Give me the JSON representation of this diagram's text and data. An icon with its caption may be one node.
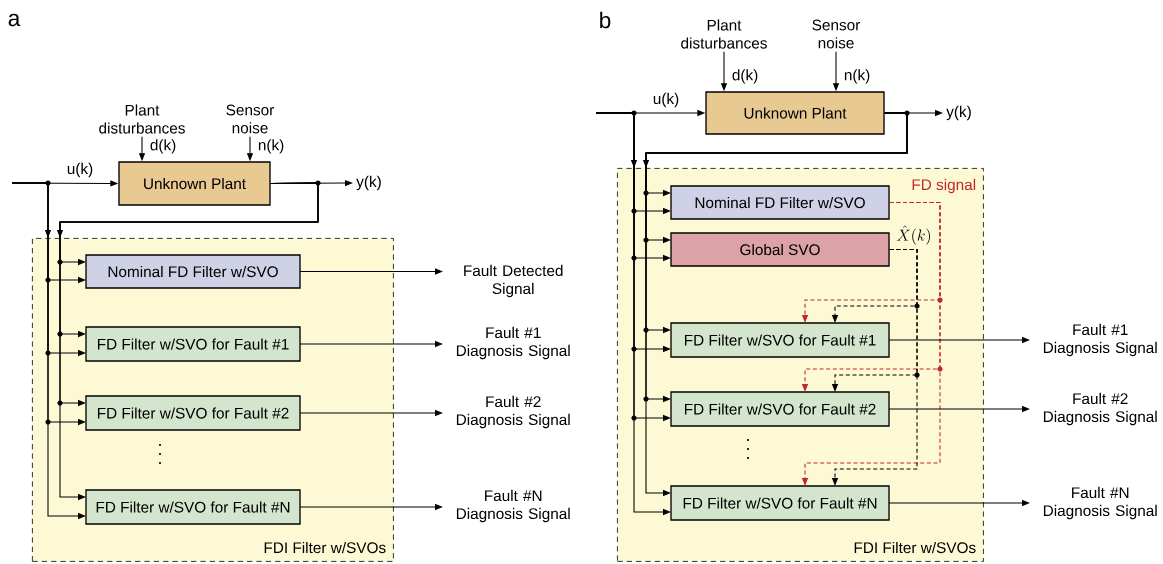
{
  "diagram": {
    "nodes": [
      {
        "text": [
          "FDI Filter w/SVOs"
        ]
      },
      {
        "text": [
          "Plant disturbances"
        ]
      },
      {
        "text": [
          "Sensor noise"
        ]
      },
      {
        "text": [
          "Unknown Plant"
        ]
      },
      {
        "text": [
          "y(k)"
        ]
      },
      {
        "text": [
          "Nominal FD Filter w/SVO"
        ],
        "in": 0
      },
      {
        "text": [
          "FD Filter w/SVO for Fault #1"
        ],
        "in": 0
      },
      {
        "text": [
          "FD Filter w/SVO for Fault #2"
        ],
        "in": 0
      },
      {
        "text": [
          "FD Filter w/SVO for Fault #N"
        ],
        "in": 0
      },
      {
        "text": [
          "Fault Detected Signal"
        ]
      },
      {
        "text": [
          "Fault #1 Diagnosis Signal"
        ]
      },
      {
        "text": [
          "Fault #2 Diagnosis Signal"
        ]
      },
      {
        "text": [
          "Fault #N Diagnosis Signal"
        ]
      },
      {
        "text": [
          "FDI Filter w/SVOs"
        ]
      },
      {
        "text": [
          "Plant disturbances"
        ]
      },
      {
        "text": [
          "Sensor noise"
        ]
      },
      {
        "text": [
          "Unknown Plant"
        ]
      },
      {
        "text": [
          "y(k)"
        ]
      },
      {
        "text": [
          "Nominal FD Filter w/SVO"
        ],
        "in": 13
      },
      {
        "text": [
          "Global SVO"
        ],
        "in": 13
      },
      {
        "text": [
          "FD Filter w/SVO for Fault #1"
        ],
        "in": 13
      },
      {
        "text": [
          "FD Filter w/SVO for Fault #2"
        ],
        "in": 13
      },
      {
        "text": [
          "FD Filter w/SVO for Fault #N"
        ],
        "in": 13
      },
      {
        "text": [
          "Fault #1 Diagnosis Signal"
        ]
      },
      {
        "text": [
          "Fault #2 Diagnosis Signal"
        ]
      },
      {
        "text": [
          "Fault #N Diagnosis Signal"
        ]
      }
    ],
    "edges": [
      {
        "from": 1,
        "to": 3,
        "arrow": "to",
        "label": "d(k)"
      },
      {
        "from": 2,
        "to": 3,
        "arrow": "to",
        "label": "n(k)"
      },
      {
        "from": null,
        "to": 3,
        "arrow": "to",
        "label": "u(k)"
      },
      {
        "from": 3,
        "to": 4,
        "arrow": "to"
      },
      {
        "from": null,
        "to": 5,
        "arrow": "to"
      },
      {
        "from": null,
        "to": 6,
        "arrow": "to"
      },
      {
        "from": null,
        "to": 7,
        "arrow": "to"
      },
      {
        "from": null,
        "to": 8,
        "arrow": "to"
      },
      {
        "from": 3,
        "to": 5,
        "arrow": "to"
      },
      {
        "from": 3,
        "to": 6,
        "arrow": "to"
      },
      {
        "from": 3,
        "to": 7,
        "arrow": "to"
      },
      {
        "from": 3,
        "to": 8,
        "arrow": "to"
      },
      {
        "from": 5,
        "to": 9,
        "arrow": "to"
      },
      {
        "from": 6,
        "to": 10,
        "arrow": "to"
      },
      {
        "from": 7,
        "to": 11,
        "arrow": "to"
      },
      {
        "from": 8,
        "to": 12,
        "arrow": "to"
      },
      {
        "from": 14,
        "to": 16,
        "arrow": "to",
        "label": "d(k)"
      },
      {
        "from": 15,
        "to": 16,
        "arrow": "to",
        "label": "n(k)"
      },
      {
        "from": null,
        "to": 16,
        "arrow": "to",
        "label": "u(k)"
      },
      {
        "from": 16,
        "to": 17,
        "arrow": "to"
      },
      {
        "from": null,
        "to": 18,
        "arrow": "to"
      },
      {
        "from": null,
        "to": 19,
        "arrow": "to"
      },
      {
        "from": null,
        "to": 20,
        "arrow": "to"
      },
      {
        "from": null,
        "to": 21,
        "arrow": "to"
      },
      {
        "from": null,
        "to": 22,
        "arrow": "to"
      },
      {
        "from": 16,
        "to": 18,
        "arrow": "to"
      },
      {
        "from": 16,
        "to": 19,
        "arrow": "to"
      },
      {
        "from": 16,
        "to": 20,
        "arrow": "to"
      },
      {
        "from": 16,
        "to": 21,
        "arrow": "to"
      },
      {
        "from": 16,
        "to": 22,
        "arrow": "to"
      },
      {
        "from": 18,
        "to": 20,
        "arrow": "to",
        "style": "dashed",
        "color": "#c1272d",
        "label": "FD signal"
      },
      {
        "from": 18,
        "to": 21,
        "arrow": "to",
        "style": "dashed",
        "color": "#c1272d"
      },
      {
        "from": 18,
        "to": 22,
        "arrow": "to",
        "style": "dashed",
        "color": "#c1272d"
      },
      {
        "from": 19,
        "to": 20,
        "arrow": "to",
        "style": "dashed",
        "label": "\\hat{X}(k)"
      },
      {
        "from": 19,
        "to": 21,
        "arrow": "to",
        "style": "dashed"
      },
      {
        "from": 19,
        "to": 22,
        "arrow": "to",
        "style": "dashed"
      },
      {
        "from": 20,
        "to": 23,
        "arrow": "to"
      },
      {
        "from": 21,
        "to": 24,
        "arrow": "to"
      },
      {
        "from": 22,
        "to": 25,
        "arrow": "to"
      }
    ],
    "labels": [
      "a",
      "b"
    ]
  }
}
